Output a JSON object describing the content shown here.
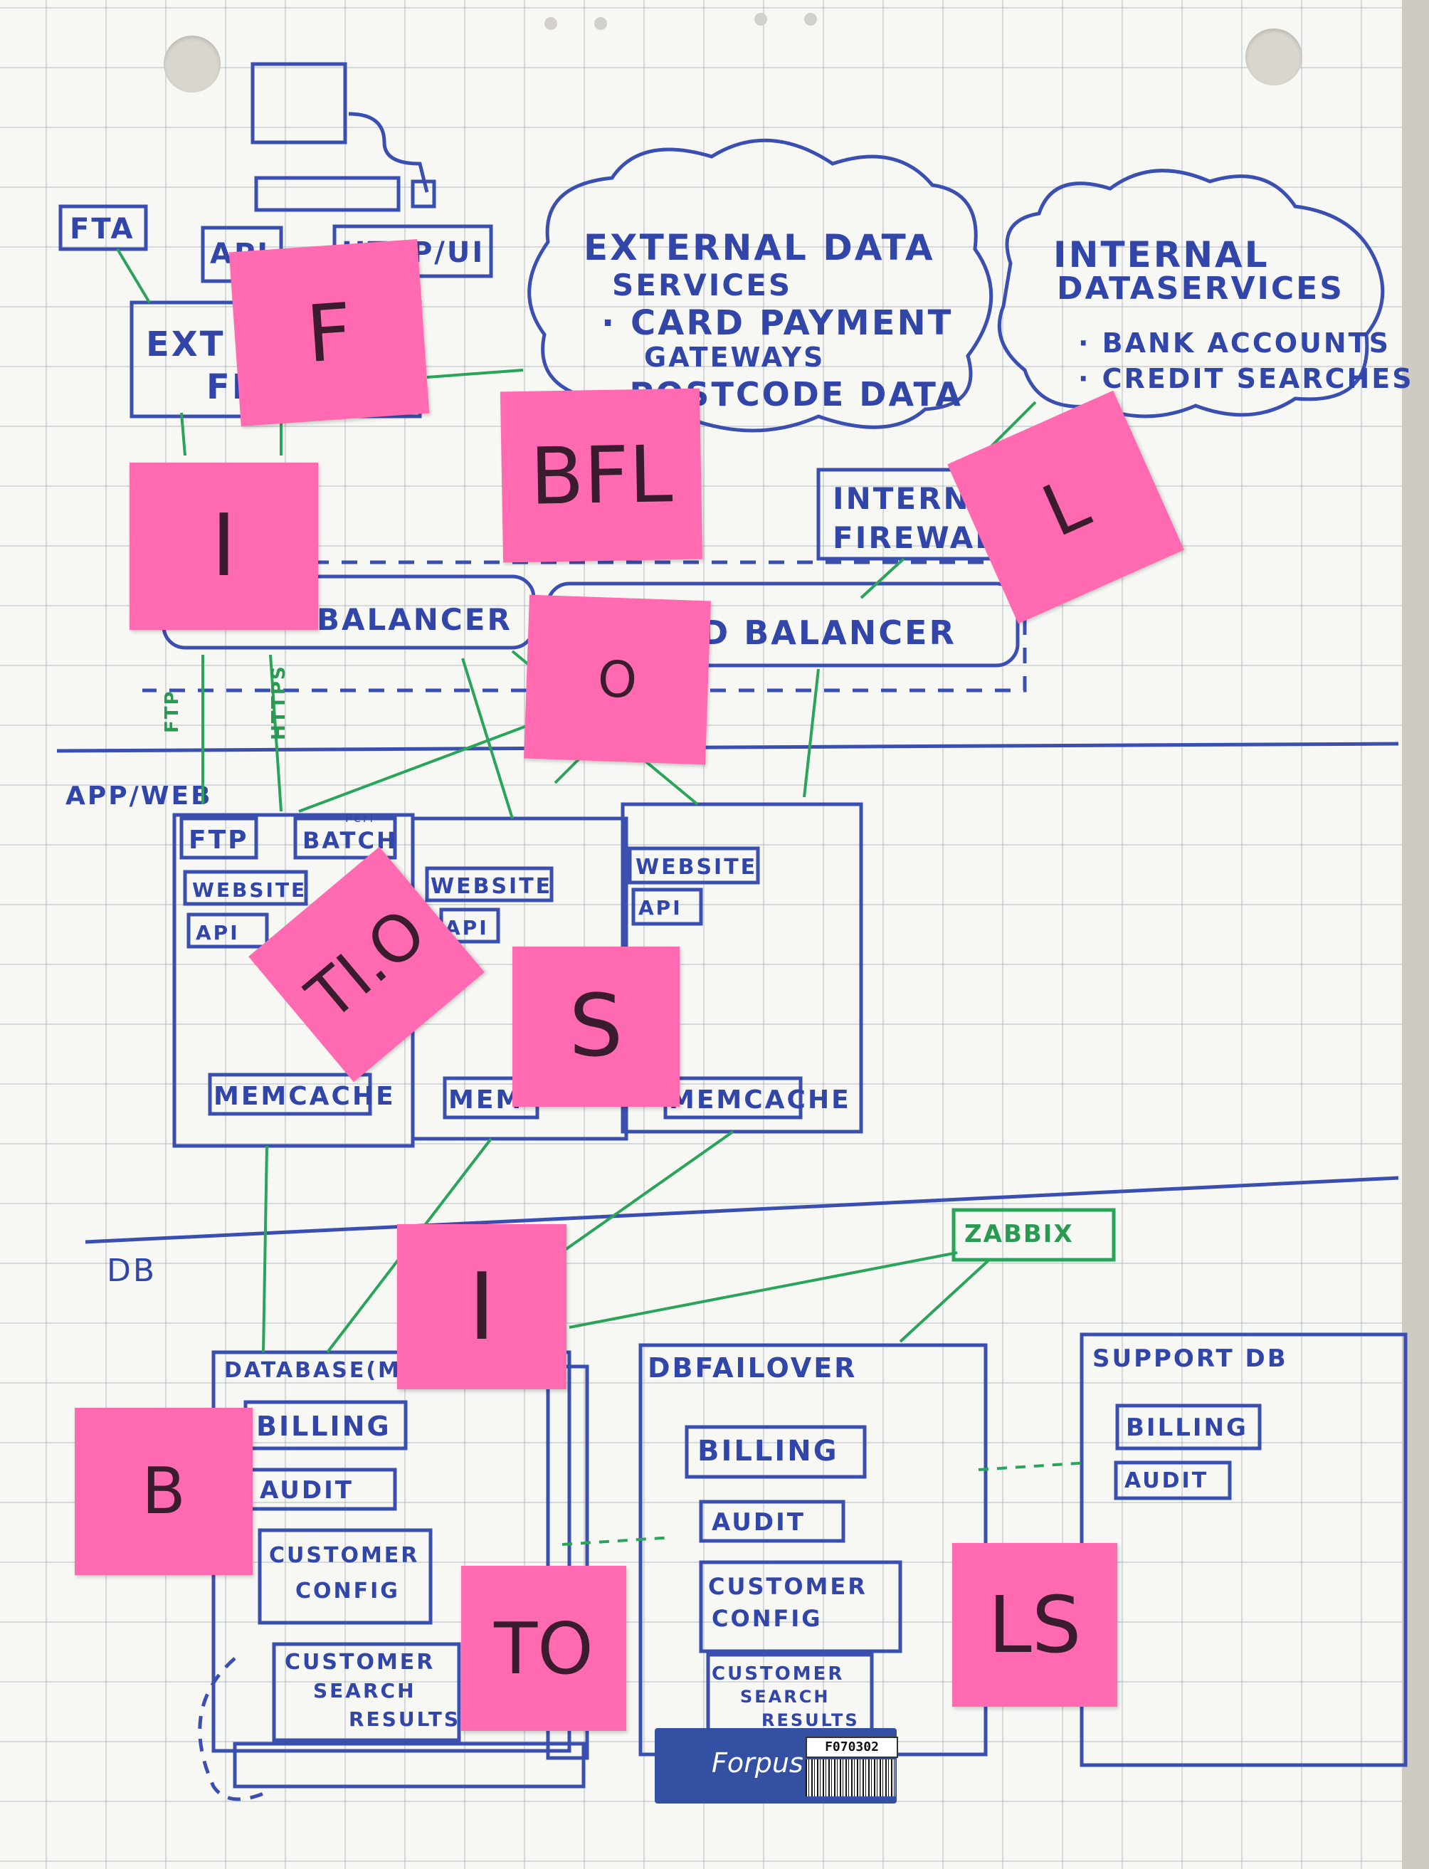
{
  "labels": {
    "fta": "FTA",
    "api_top": "API",
    "http_ui": "HTTP/UI",
    "ext_fw_1": "EXT",
    "ext_fw_2": "FI",
    "ext_data_title1": "EXTERNAL DATA",
    "ext_data_title2": "SERVICES",
    "ext_data_item1": "· CARD PAYMENT",
    "ext_data_item1b": "GATEWAYS",
    "ext_data_item2": "· POSTCODE DATA",
    "int_data_title1": "INTERNAL",
    "int_data_title2": "DATASERVICES",
    "int_data_item1": "· BANK ACCOUNTS",
    "int_data_item2": "· CREDIT SEARCHES",
    "int_fw_1": "INTERN",
    "int_fw_2": "FIREWAL",
    "lb_left": "BALANCER",
    "lb_right": "D BALANCER",
    "ftp_green": "FTP",
    "https_green": "HTTPS",
    "zone_app": "APP/WEB",
    "zone_db": "DB",
    "s1_ftp": "FTP",
    "s1_batch": "BATCH",
    "s1_batch_small": "Perl",
    "s1_website": "WEBSITE",
    "s1_api": "API",
    "s1_memcache": "MEMCACHE",
    "s2_website": "WEBSITE",
    "s2_api": "API",
    "s2_memcache": "MEM",
    "s3_website": "WEBSITE",
    "s3_api": "API",
    "s3_memcache": "MEMCACHE",
    "zabbix": "ZABBIX",
    "db_main": "DATABASE(M",
    "db_billing": "BILLING",
    "db_audit": "AUDIT",
    "db_cust1": "CUSTOMER",
    "db_cust2": "CONFIG",
    "db_search1": "CUSTOMER",
    "db_search2": "SEARCH",
    "db_search3": "RESULTS",
    "dbf_title": "DBFAILOVER",
    "dbf_billing": "BILLING",
    "dbf_audit": "AUDIT",
    "dbf_cust1": "CUSTOMER",
    "dbf_cust2": "CONFIG",
    "dbf_search1": "CUSTOMER",
    "dbf_search2": "SEARCH",
    "dbf_search3": "RESULTS",
    "sup_title": "SUPPORT DB",
    "sup_billing": "BILLING",
    "sup_audit": "AUDIT"
  },
  "stickies": {
    "f": "F",
    "i1": "I",
    "bfl": "BFL",
    "l": "L",
    "o": "O",
    "tio": "TI.O",
    "s": "S",
    "i2": "I",
    "b": "B",
    "to": "TO",
    "ls": "LS"
  },
  "logo": {
    "brand": "Forpus",
    "code": "F070302"
  },
  "colors": {
    "marker_blue": "#3b4fb0",
    "marker_green": "#2aa45a",
    "sticky_pink": "#ff6ab0",
    "paper": "#f7f7f4"
  }
}
